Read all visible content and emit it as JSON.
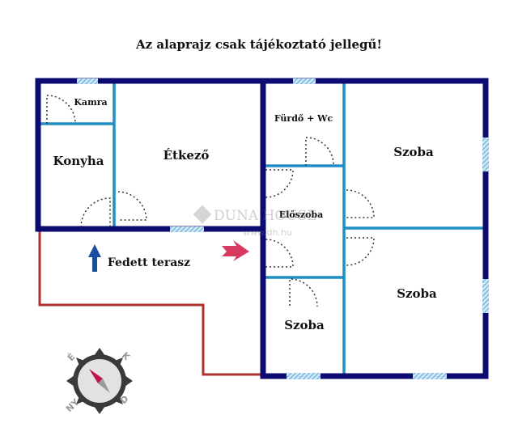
{
  "title": "Az alaprajz csak tájékoztató jellegű!",
  "rooms": {
    "kamra": "Kamra",
    "konyha": "Konyha",
    "etkezo": "Étkező",
    "furdo": "Fürdő + Wc",
    "szoba_top": "Szoba",
    "eloszoba": "Előszoba",
    "terasz": "Fedett terasz",
    "szoba_right": "Szoba",
    "szoba_bottom": "Szoba"
  },
  "watermark": {
    "brand": "DUNA HOUSE",
    "url": "www.dh.hu"
  },
  "compass": {
    "north": "É",
    "east": "K",
    "south": "D",
    "west": "NY"
  },
  "colors": {
    "outer_wall": "#0b0b72",
    "inner_wall": "#1f8fc6",
    "terrace": "#b0302e",
    "entrance_arrow": "#d83a5e",
    "north_arrow": "#1a4fa0"
  }
}
